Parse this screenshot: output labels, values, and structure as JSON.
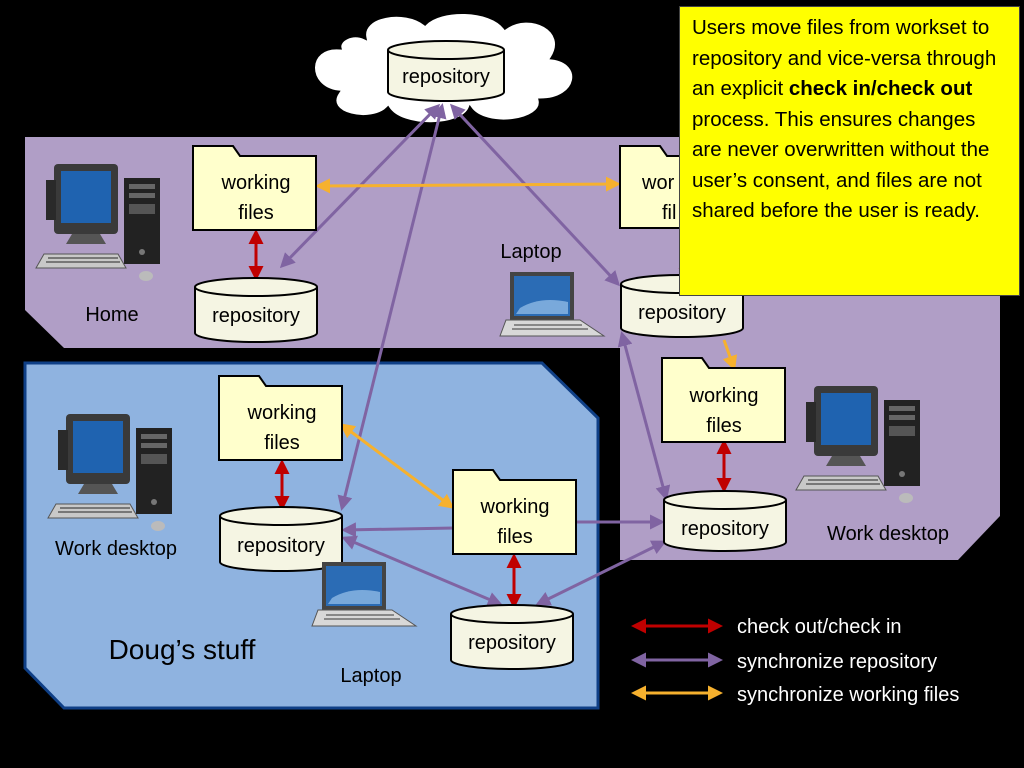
{
  "cloud": {
    "repo_label": "repository"
  },
  "home": {
    "label": "Home",
    "working_files_label": [
      "working",
      "files"
    ],
    "repo_label": "repository"
  },
  "work_top": {
    "working_files_label": [
      "wor",
      "fil"
    ],
    "laptop_label": "Laptop",
    "repo_label": "repository",
    "working_files_label2": [
      "working",
      "files"
    ],
    "repo_label2": "repository",
    "desktop_label": "Work desktop"
  },
  "dougs": {
    "title": "Doug’s stuff",
    "desktop_label": "Work desktop",
    "desktop_working": [
      "working",
      "files"
    ],
    "desktop_repo": "repository",
    "center_working": [
      "working",
      "files"
    ],
    "laptop_repo": "repository",
    "laptop_label": "Laptop"
  },
  "callout": {
    "text_before": "Users move files from workset to repository and vice-versa through an explicit ",
    "text_bold": "check in/check out",
    "text_after": " process. This ensures changes are never overwritten without the user’s consent, and files are not shared before the user is ready."
  },
  "legend": [
    {
      "label": "check out/check in",
      "color": "#c00000"
    },
    {
      "label": "synchronize repository",
      "color": "#8064a2"
    },
    {
      "label": "synchronize working files",
      "color": "#f6b12e"
    }
  ],
  "colors": {
    "purple_panel": "#b09ec6",
    "blue_panel": "#8fb3e0",
    "folder": "#ffffcc",
    "callout": "#ffff00"
  }
}
